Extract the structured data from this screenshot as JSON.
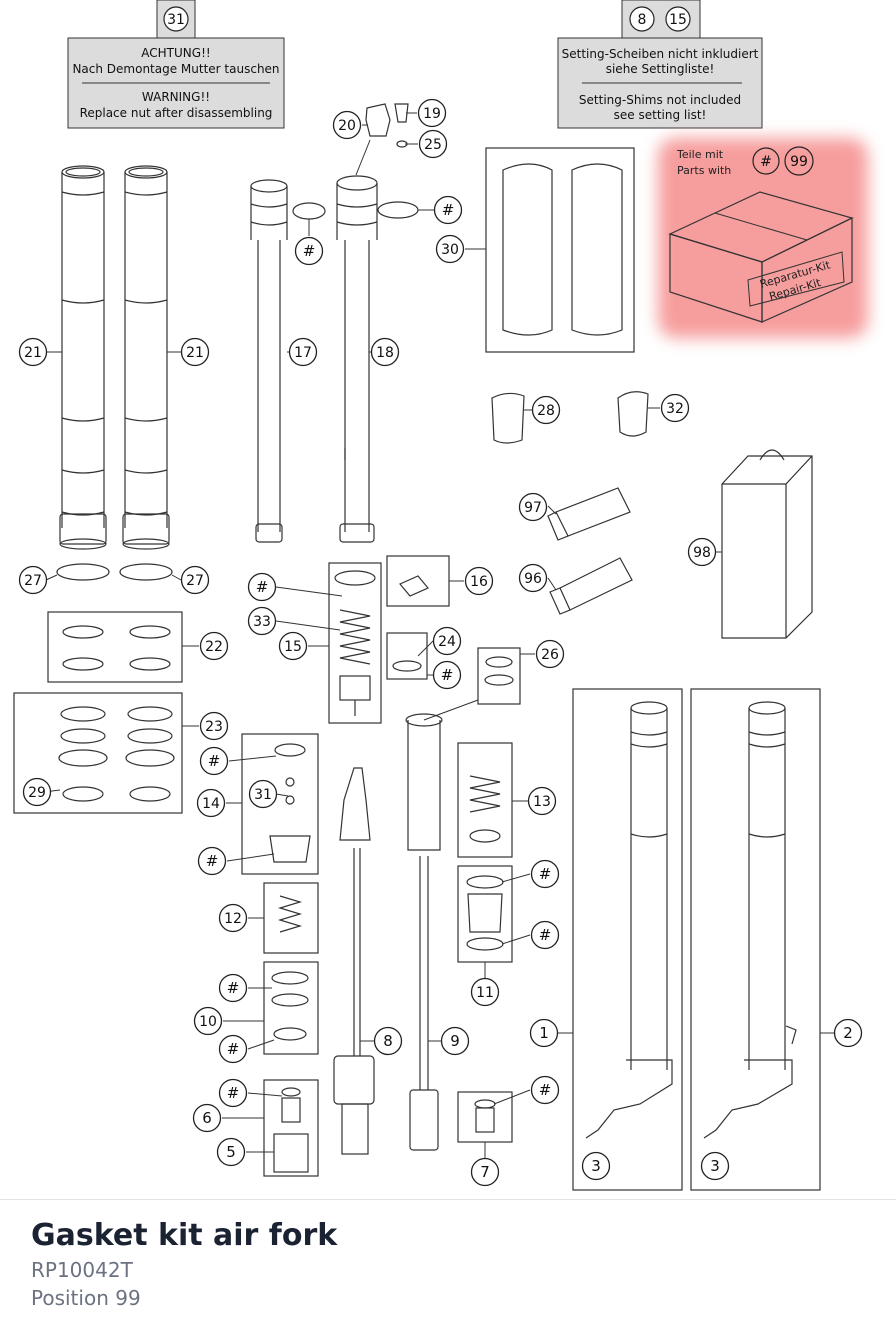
{
  "diagram": {
    "notes": {
      "warning": {
        "ref": "31",
        "de_title": "ACHTUNG!!",
        "de_text": "Nach Demontage Mutter tauschen",
        "en_title": "WARNING!!",
        "en_text": "Replace nut after disassembling"
      },
      "setting": {
        "ref_a": "8",
        "ref_b": "15",
        "de_line1": "Setting-Scheiben nicht inkludiert",
        "de_line2": "siehe Settingliste!",
        "en_line1": "Setting-Shims not included",
        "en_line2": "see setting list!"
      },
      "kit": {
        "de_line": "Teile mit",
        "en_line": "Parts with",
        "ref_hash": "#",
        "ref_99": "99",
        "box_de": "Reparatur-Kit",
        "box_en": "Repair-Kit",
        "highlight_color": "#f58c8c"
      }
    },
    "callouts": [
      {
        "id": "c21a",
        "text": "21"
      },
      {
        "id": "c21b",
        "text": "21"
      },
      {
        "id": "c17",
        "text": "17"
      },
      {
        "id": "c18",
        "text": "18"
      },
      {
        "id": "c20",
        "text": "20"
      },
      {
        "id": "c19",
        "text": "19"
      },
      {
        "id": "c25",
        "text": "25"
      },
      {
        "id": "hash1",
        "text": "#"
      },
      {
        "id": "hash2",
        "text": "#"
      },
      {
        "id": "c30",
        "text": "30"
      },
      {
        "id": "c28",
        "text": "28"
      },
      {
        "id": "c32",
        "text": "32"
      },
      {
        "id": "c97",
        "text": "97"
      },
      {
        "id": "c96",
        "text": "96"
      },
      {
        "id": "c98",
        "text": "98"
      },
      {
        "id": "c27a",
        "text": "27"
      },
      {
        "id": "c27b",
        "text": "27"
      },
      {
        "id": "c22",
        "text": "22"
      },
      {
        "id": "c23",
        "text": "23"
      },
      {
        "id": "c29",
        "text": "29"
      },
      {
        "id": "hash3",
        "text": "#"
      },
      {
        "id": "c33",
        "text": "33"
      },
      {
        "id": "c15",
        "text": "15"
      },
      {
        "id": "c16",
        "text": "16"
      },
      {
        "id": "c24",
        "text": "24"
      },
      {
        "id": "hash4",
        "text": "#"
      },
      {
        "id": "c26",
        "text": "26"
      },
      {
        "id": "hash5",
        "text": "#"
      },
      {
        "id": "c14",
        "text": "14"
      },
      {
        "id": "c31b",
        "text": "31"
      },
      {
        "id": "hash6",
        "text": "#"
      },
      {
        "id": "c12",
        "text": "12"
      },
      {
        "id": "hash7",
        "text": "#"
      },
      {
        "id": "c10",
        "text": "10"
      },
      {
        "id": "hash8",
        "text": "#"
      },
      {
        "id": "hash9",
        "text": "#"
      },
      {
        "id": "c6",
        "text": "6"
      },
      {
        "id": "c5",
        "text": "5"
      },
      {
        "id": "c13",
        "text": "13"
      },
      {
        "id": "hash10",
        "text": "#"
      },
      {
        "id": "hash11",
        "text": "#"
      },
      {
        "id": "c11",
        "text": "11"
      },
      {
        "id": "c8",
        "text": "8"
      },
      {
        "id": "c9",
        "text": "9"
      },
      {
        "id": "hash12",
        "text": "#"
      },
      {
        "id": "c7",
        "text": "7"
      },
      {
        "id": "c1",
        "text": "1"
      },
      {
        "id": "c2",
        "text": "2"
      },
      {
        "id": "c3a",
        "text": "3"
      },
      {
        "id": "c3b",
        "text": "3"
      }
    ]
  },
  "product": {
    "title": "Gasket kit air fork",
    "sku": "RP10042T",
    "position": "Position 99"
  }
}
